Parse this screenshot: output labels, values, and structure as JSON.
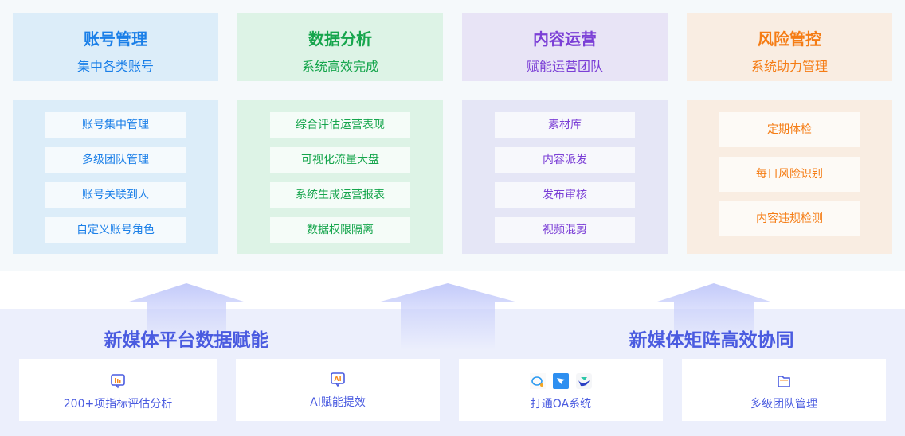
{
  "columns": [
    {
      "title": "账号管理",
      "subtitle": "集中各类账号",
      "items": [
        "账号集中管理",
        "多级团队管理",
        "账号关联到人",
        "自定义账号角色"
      ],
      "color": "#1a7fe8",
      "head_bg": "#dcedf9",
      "body_bg": "#dcedf9"
    },
    {
      "title": "数据分析",
      "subtitle": "系统高效完成",
      "items": [
        "综合评估运营表现",
        "可视化流量大盘",
        "系统生成运营报表",
        "数据权限隔离"
      ],
      "color": "#15a54c",
      "head_bg": "#ddf3e6",
      "body_bg": "#ddf3e6"
    },
    {
      "title": "内容运营",
      "subtitle": "赋能运营团队",
      "items": [
        "素材库",
        "内容派发",
        "发布审核",
        "视频混剪"
      ],
      "color": "#7b3fd6",
      "head_bg": "#e8e4f6",
      "body_bg": "#e5e6f6"
    },
    {
      "title": "风险管控",
      "subtitle": "系统助力管理",
      "items": [
        "定期体检",
        "每日风险识别",
        "内容违规检测"
      ],
      "color": "#f57c14",
      "head_bg": "#f9ede2",
      "body_bg": "#f9ede2"
    }
  ],
  "bottom": {
    "left_title": "新媒体平台数据赋能",
    "right_title": "新媒体矩阵高效协同",
    "cards": [
      {
        "label": "200+项指标评估分析",
        "icon": "chart-monitor-icon"
      },
      {
        "label": "AI赋能提效",
        "icon": "ai-chat-icon"
      },
      {
        "label": "打通OA系统",
        "icon": "oa-apps-icon"
      },
      {
        "label": "多级团队管理",
        "icon": "folder-icon"
      }
    ],
    "ai_text": "AI"
  }
}
